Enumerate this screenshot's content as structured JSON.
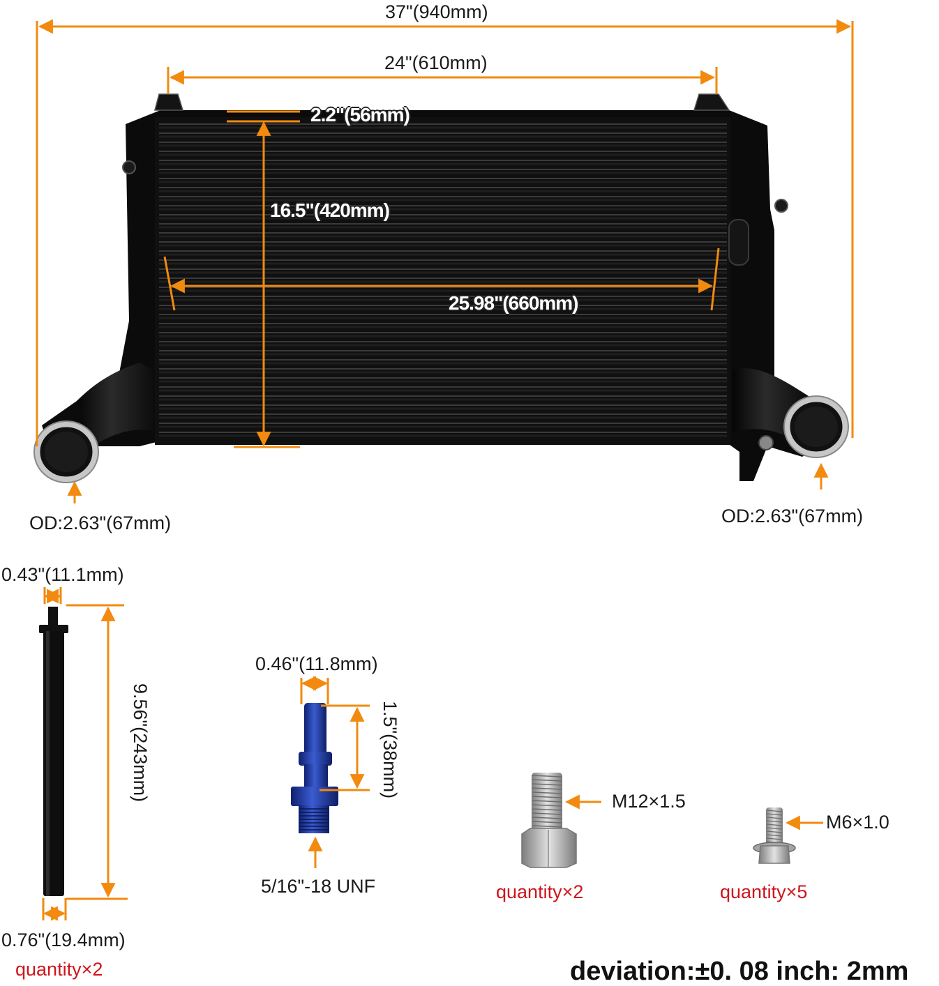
{
  "colors": {
    "dimension_line": "#f28a0f",
    "intercooler_body": "#0d0d0d",
    "fitting_blue": "#1c3aa8",
    "bolt_silver": "#b8b8b8",
    "quantity_text": "#d0141c"
  },
  "intercooler": {
    "overall_width": "37\"(940mm)",
    "core_top_width": "24\"(610mm)",
    "core_thickness": "2.2\"(56mm)",
    "core_height": "16.5\"(420mm)",
    "core_width": "25.98\"(660mm)",
    "outlet_left_od": "OD:2.63\"(67mm)",
    "outlet_right_od": "OD:2.63\"(67mm)"
  },
  "rod": {
    "top_diameter": "0.43\"(11.1mm)",
    "length": "9.56\"(243mm)",
    "bottom_diameter": "0.76\"(19.4mm)",
    "quantity": "quantity×2"
  },
  "fitting": {
    "tip_diameter": "0.46\"(11.8mm)",
    "length": "1.5\"(38mm)",
    "thread": "5/16\"-18 UNF"
  },
  "bolt_m12": {
    "size": "M12×1.5",
    "quantity": "quantity×2"
  },
  "bolt_m6": {
    "size": "M6×1.0",
    "quantity": "quantity×5"
  },
  "footer": {
    "deviation": "deviation:±0. 08 inch: 2mm"
  }
}
